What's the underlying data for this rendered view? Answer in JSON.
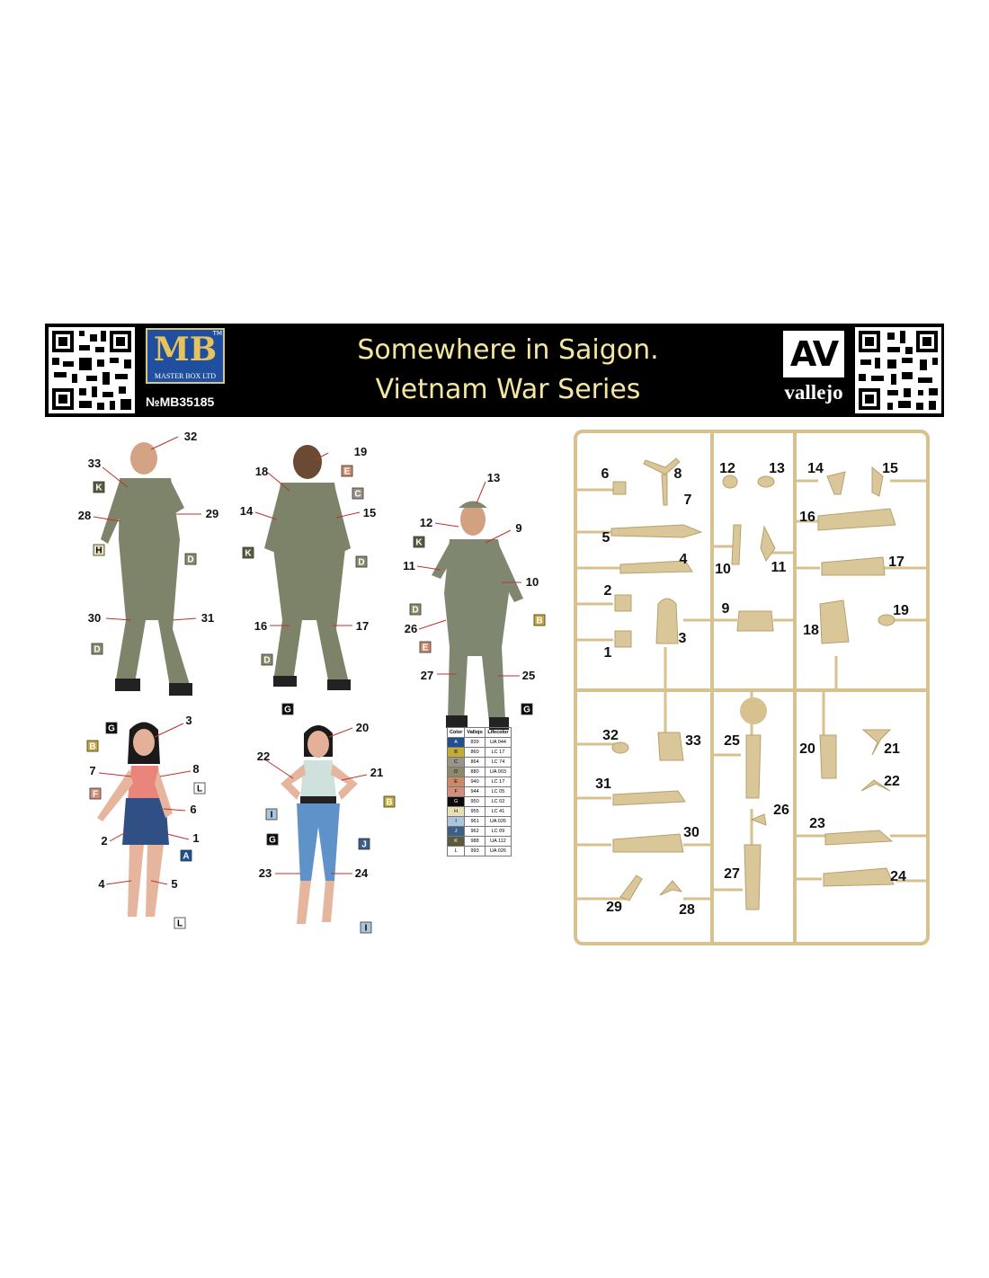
{
  "header": {
    "title_line1": "Somewhere in Saigon.",
    "title_line2": "Vietnam War Series",
    "catalog_number": "№MB35185",
    "mb_logo_letters": "MB",
    "mb_logo_subtitle": "MASTER BOX LTD",
    "mb_logo_tm": "TM",
    "av_logo_letters": "AV",
    "vallejo_label": "vallejo",
    "banner_color": "#000000",
    "title_color": "#f4e6a0",
    "mb_blue": "#1f4f9e",
    "mb_gold": "#e6c35c"
  },
  "color_table": {
    "headers": [
      "Color",
      "Vallejo",
      "Lifecolor"
    ],
    "rows": [
      {
        "letter": "A",
        "vallejo": "839",
        "lifecolor": "UA 044",
        "swatch": "#1d4f92"
      },
      {
        "letter": "B",
        "vallejo": "860",
        "lifecolor": "LC 17",
        "swatch": "#c6aa3a"
      },
      {
        "letter": "C",
        "vallejo": "864",
        "lifecolor": "LC 74",
        "swatch": "#9a9488"
      },
      {
        "letter": "D",
        "vallejo": "880",
        "lifecolor": "UA 003",
        "swatch": "#8b8b6a"
      },
      {
        "letter": "E",
        "vallejo": "940",
        "lifecolor": "LC 17",
        "swatch": "#c98a67"
      },
      {
        "letter": "F",
        "vallejo": "944",
        "lifecolor": "LC 05",
        "swatch": "#d38d7e"
      },
      {
        "letter": "G",
        "vallejo": "950",
        "lifecolor": "LC 02",
        "swatch": "#0b0b0b"
      },
      {
        "letter": "H",
        "vallejo": "955",
        "lifecolor": "LC 41",
        "swatch": "#e9dfb5"
      },
      {
        "letter": "I",
        "vallejo": "961",
        "lifecolor": "UA 026",
        "swatch": "#a9c6dc"
      },
      {
        "letter": "J",
        "vallejo": "962",
        "lifecolor": "LC 09",
        "swatch": "#3d5f86"
      },
      {
        "letter": "K",
        "vallejo": "988",
        "lifecolor": "UA 112",
        "swatch": "#5a5a3c"
      },
      {
        "letter": "L",
        "vallejo": "993",
        "lifecolor": "UA 026",
        "swatch": "#ffffff"
      }
    ]
  },
  "figures": [
    {
      "id": "soldier-1",
      "callouts": [
        "32",
        "33",
        "29",
        "28",
        "30",
        "31"
      ],
      "color_letters": [
        "K",
        "H",
        "D",
        "D"
      ]
    },
    {
      "id": "soldier-2",
      "callouts": [
        "19",
        "18",
        "14",
        "15",
        "16",
        "17"
      ],
      "color_letters": [
        "E",
        "C",
        "K",
        "D",
        "D"
      ]
    },
    {
      "id": "soldier-3",
      "callouts": [
        "13",
        "12",
        "9",
        "11",
        "10",
        "26",
        "27",
        "25"
      ],
      "color_letters": [
        "K",
        "D",
        "E",
        "B",
        "G"
      ]
    },
    {
      "id": "woman-1",
      "callouts": [
        "3",
        "7",
        "8",
        "6",
        "2",
        "1",
        "4",
        "5"
      ],
      "color_letters": [
        "G",
        "B",
        "F",
        "L",
        "A",
        "L"
      ]
    },
    {
      "id": "woman-2",
      "callouts": [
        "20",
        "22",
        "21",
        "23",
        "24"
      ],
      "color_letters": [
        "G",
        "B",
        "I",
        "G",
        "J",
        "I"
      ]
    }
  ],
  "callout_numbers": [
    "32",
    "33",
    "28",
    "29",
    "30",
    "31",
    "19",
    "18",
    "14",
    "15",
    "16",
    "17",
    "13",
    "12",
    "9",
    "11",
    "10",
    "26",
    "27",
    "25",
    "3",
    "7",
    "8",
    "6",
    "2",
    "1",
    "4",
    "5",
    "20",
    "22",
    "21",
    "23",
    "24"
  ],
  "color_letters": [
    "K",
    "H",
    "D",
    "D",
    "E",
    "C",
    "K",
    "D",
    "D",
    "K",
    "D",
    "E",
    "B",
    "G",
    "G",
    "B",
    "F",
    "L",
    "A",
    "L",
    "G",
    "B",
    "I",
    "G",
    "J",
    "I"
  ],
  "sprue": {
    "color": "#d6c18f",
    "part_numbers": [
      "6",
      "8",
      "7",
      "12",
      "13",
      "14",
      "15",
      "16",
      "5",
      "4",
      "10",
      "11",
      "17",
      "2",
      "9",
      "3",
      "18",
      "19",
      "1",
      "32",
      "33",
      "25",
      "20",
      "21",
      "31",
      "22",
      "26",
      "23",
      "30",
      "27",
      "24",
      "29",
      "28"
    ]
  }
}
